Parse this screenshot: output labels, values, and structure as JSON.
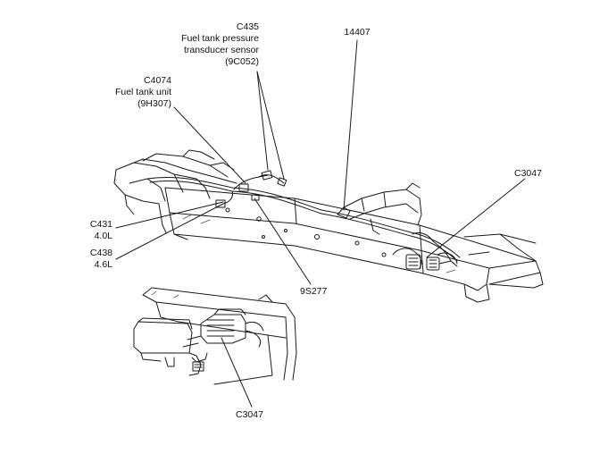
{
  "colors": {
    "line": "#1a1a1a",
    "light": "#555555",
    "bg": "#ffffff"
  },
  "labels": {
    "c435": {
      "id": "C435",
      "desc1": "Fuel tank pressure",
      "desc2": "transducer sensor",
      "part": "(9C052)"
    },
    "c4074": {
      "id": "C4074",
      "desc": "Fuel tank unit",
      "part": "(9H307)"
    },
    "p14407": "14407",
    "c3047_right": "C3047",
    "c431": {
      "id": "C431",
      "engine": "4.0L"
    },
    "c438": {
      "id": "C438",
      "engine": "4.6L"
    },
    "p9s277": "9S277",
    "c3047_bottom": "C3047"
  }
}
